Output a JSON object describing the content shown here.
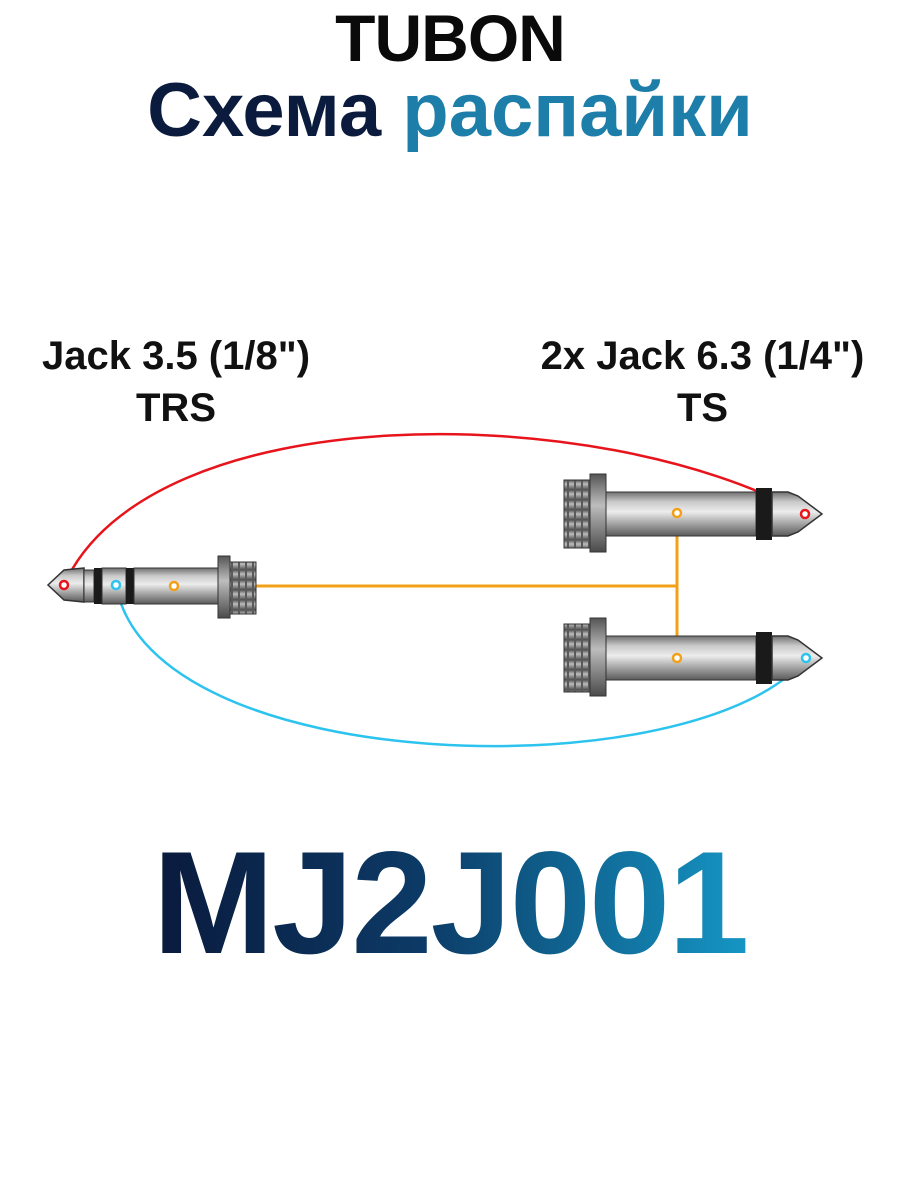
{
  "header": {
    "brand": "TUBON",
    "title_part1": "Схема",
    "title_part2": "распайки"
  },
  "connectors": {
    "left": {
      "line1": "Jack 3.5 (1/8\")",
      "line2": "TRS"
    },
    "right": {
      "line1": "2x Jack 6.3 (1/4\")",
      "line2": "TS"
    }
  },
  "wires": {
    "left_channel_color": "#e8141c",
    "right_channel_color": "#2cc3ee",
    "ground_color": "#f3a019"
  },
  "model": {
    "code": "MJ2J001"
  },
  "colors": {
    "title_dark": "#0b1b3d",
    "title_accent": "#1d7ea9"
  }
}
